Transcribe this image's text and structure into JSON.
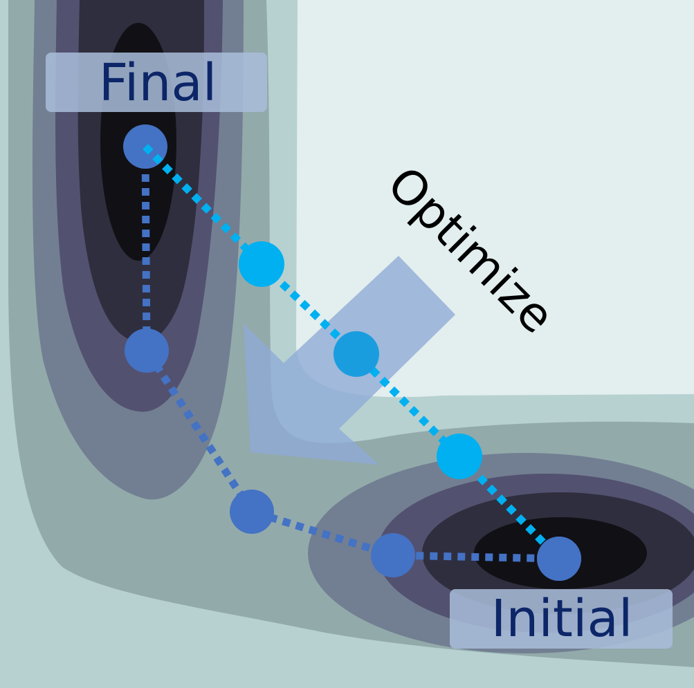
{
  "labels": {
    "final": "Final",
    "initial": "Initial",
    "optimize": "Optimize"
  },
  "colors": {
    "background": "#e3eeee",
    "contour_levels": [
      "#b7d1d1",
      "#93aaab",
      "#727f92",
      "#535170",
      "#2f2e3e",
      "#111015"
    ],
    "path_initial": "#4472c4",
    "path_optimized": "#00b0f0",
    "label_box": "#a9bddb",
    "label_text": "#0c2668",
    "arrow": "#8eaad6"
  }
}
